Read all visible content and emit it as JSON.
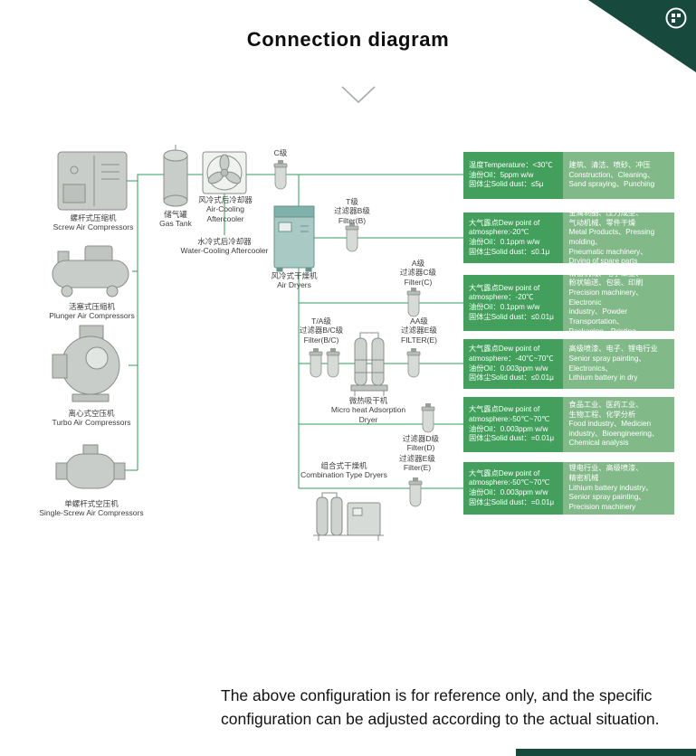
{
  "title": "Connection diagram",
  "colors": {
    "connector_line": "#2f9e5b",
    "box_conditions_bg": "#43a05c",
    "box_applications_bg": "#82b989",
    "corner_accent": "#17493d"
  },
  "compressors": [
    [
      "螺杆式压缩机",
      "Screw Air Compressors"
    ],
    [
      "活塞式压缩机",
      "Plunger Air Compressors"
    ],
    [
      "离心式空压机",
      "Turbo Air Compressors"
    ],
    [
      "单螺杆式空压机",
      "Single-Screw Air Compressors"
    ]
  ],
  "equipment_labels": {
    "gas_tank": [
      "储气罐",
      "Gas Tank"
    ],
    "air_cooling": [
      "风冷式后冷却器",
      "Air-Cooling",
      "Aftercooler"
    ],
    "water_cooling": [
      "水冷式后冷却器",
      "Water-Cooling Aftercooler"
    ],
    "c_grade": [
      "C级"
    ],
    "filter_b": [
      "T级",
      "过滤器B级",
      "Filter(B)"
    ],
    "air_dryer": [
      "风冷式干燥机",
      "Air Dryers"
    ],
    "filter_c": [
      "A级",
      "过滤器C级",
      "Filter(C)"
    ],
    "filter_bc": [
      "T/A级",
      "过滤器B/C级",
      "Filter(B/C)"
    ],
    "filter_aa": [
      "AA级",
      "过滤器E级",
      "FILTER(E)"
    ],
    "adsorption_dryer": [
      "微热吸干机",
      "Micro heat Adsorption Dryer"
    ],
    "filter_d": [
      "过滤器D级",
      "Filter(D)"
    ],
    "combination_dryer": [
      "组合式干燥机",
      "Combination Type Dryers"
    ],
    "filter_e": [
      "过滤器E级",
      "Filter(E)"
    ]
  },
  "spec_boxes": [
    {
      "conditions": [
        "温度Temperature：<30℃",
        "油份Oil：5ppm w/w",
        "固体尘Solid dust：≤5μ"
      ],
      "applications": [
        "建筑、清洁、喷砂、冲压",
        "Construction、Cleaning、",
        "Sand spraying、Punching"
      ]
    },
    {
      "conditions": [
        "大气露点Dew point of",
        "atmosphere:-20℃",
        "油份Oil：0.1ppm w/w",
        "固体尘Solid dust：≤0.1μ"
      ],
      "applications": [
        "金属制品、压力成型、",
        "气动机械、零件干燥",
        "Metal Products、Pressing molding、",
        "Pneumatic machinery、",
        "Drying of spare parts"
      ]
    },
    {
      "conditions": [
        "大气露点Dew point of",
        "atmosphere：-20℃",
        "油份Oil：0.1ppm w/w",
        "固体尘Solid dust：≤0.01μ"
      ],
      "applications": [
        "精密机械、电子工业、",
        "粉状输送、包装、印刷",
        "Precision machinery、Electronic",
        "industry、Powder Transportation、",
        "Packaging、Printing"
      ]
    },
    {
      "conditions": [
        "大气露点Dew point of",
        "atmosphere：-40℃~70℃",
        "油份Oil：0.003ppm w/w",
        "固体尘Solid dust：≤0.01μ"
      ],
      "applications": [
        "高级喷漆、电子、锂电行业",
        "Senior spray painting、",
        "Electronics、",
        "Lithium battery in dry"
      ]
    },
    {
      "conditions": [
        "大气露点Dew point of",
        "atmosphere:-50℃~70℃",
        "油份Oil：0.003ppm w/w",
        "固体尘Solid dust：=0.01μ"
      ],
      "applications": [
        "食品工业、医药工业、",
        "生物工程、化学分析",
        "Food industry、Medicien",
        "industry、Bioengineering、",
        "Chemical analysis"
      ]
    },
    {
      "conditions": [
        "大气露点Dew point of",
        "atmosphere:-50℃~70℃",
        "油份Oil：0.003ppm w/w",
        "固体尘Solid dust：=0.01μ"
      ],
      "applications": [
        "锂电行业、高级喷漆、",
        "精密机械",
        "Lithium battery industry、",
        "Senior spray painting、",
        "Precision machinery"
      ]
    }
  ],
  "footer_note": "The above configuration is for reference only, and the specific configuration can be adjusted according to the actual situation."
}
